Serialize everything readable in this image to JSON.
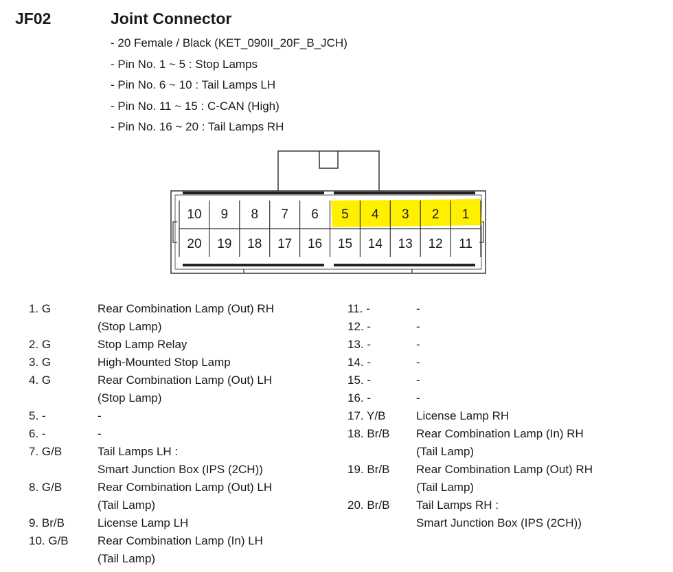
{
  "header": {
    "code": "JF02",
    "title": "Joint Connector"
  },
  "specs": [
    "- 20 Female / Black (KET_090II_20F_B_JCH)",
    "- Pin No. 1 ~ 5 : Stop Lamps",
    "- Pin No. 6 ~ 10 : Tail Lamps LH",
    "- Pin No. 11 ~ 15 : C-CAN (High)",
    "- Pin No. 16 ~ 20 : Tail Lamps RH"
  ],
  "connector": {
    "top_row": [
      "10",
      "9",
      "8",
      "7",
      "6",
      "5",
      "4",
      "3",
      "2",
      "1"
    ],
    "bottom_row": [
      "20",
      "19",
      "18",
      "17",
      "16",
      "15",
      "14",
      "13",
      "12",
      "11"
    ],
    "highlighted_pins": [
      "5",
      "4",
      "3",
      "2",
      "1"
    ],
    "highlight_color": "#fff000"
  },
  "pins_left": [
    {
      "label": "1. G",
      "desc": [
        "Rear Combination Lamp (Out) RH",
        "(Stop Lamp)"
      ]
    },
    {
      "label": "2. G",
      "desc": [
        "Stop Lamp Relay"
      ]
    },
    {
      "label": "3. G",
      "desc": [
        "High-Mounted Stop Lamp"
      ]
    },
    {
      "label": "4. G",
      "desc": [
        "Rear Combination Lamp (Out) LH",
        "(Stop Lamp)"
      ]
    },
    {
      "label": "5. -",
      "desc": [
        "-"
      ]
    },
    {
      "label": "6. -",
      "desc": [
        "-"
      ]
    },
    {
      "label": "7. G/B",
      "desc": [
        "Tail Lamps LH :",
        "Smart Junction Box (IPS (2CH))"
      ]
    },
    {
      "label": "8. G/B",
      "desc": [
        "Rear Combination Lamp (Out) LH",
        "(Tail Lamp)"
      ]
    },
    {
      "label": "9. Br/B",
      "desc": [
        "License Lamp LH"
      ]
    },
    {
      "label": "10. G/B",
      "desc": [
        "Rear Combination Lamp (In) LH",
        "(Tail Lamp)"
      ]
    }
  ],
  "pins_right": [
    {
      "label": "11. -",
      "desc": [
        "-"
      ]
    },
    {
      "label": "12. -",
      "desc": [
        "-"
      ]
    },
    {
      "label": "13. -",
      "desc": [
        "-"
      ]
    },
    {
      "label": "14. -",
      "desc": [
        "-"
      ]
    },
    {
      "label": "15. -",
      "desc": [
        "-"
      ]
    },
    {
      "label": "16. -",
      "desc": [
        "-"
      ]
    },
    {
      "label": "17. Y/B",
      "desc": [
        "License Lamp RH"
      ]
    },
    {
      "label": "18. Br/B",
      "desc": [
        "Rear Combination Lamp (In) RH",
        "(Tail Lamp)"
      ]
    },
    {
      "label": "19. Br/B",
      "desc": [
        "Rear Combination Lamp (Out) RH",
        "(Tail Lamp)"
      ]
    },
    {
      "label": "20. Br/B",
      "desc": [
        "Tail Lamps RH :",
        "Smart Junction Box (IPS (2CH))"
      ]
    }
  ]
}
